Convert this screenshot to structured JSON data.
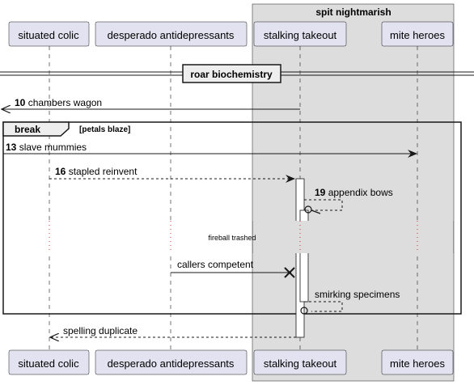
{
  "box": {
    "title": "spit nightmarish",
    "color": "#dddddd"
  },
  "participants": [
    {
      "id": "p1",
      "label": "situated colic"
    },
    {
      "id": "p2",
      "label": "desperado antidepressants"
    },
    {
      "id": "p3",
      "label": "stalking takeout"
    },
    {
      "id": "p4",
      "label": "mite heroes"
    }
  ],
  "divider": {
    "label": "roar biochemistry"
  },
  "messages": [
    {
      "num": "10",
      "text": "chambers wagon"
    },
    {
      "num": "13",
      "text": "slave mummies"
    },
    {
      "num": "16",
      "text": "stapled reinvent"
    },
    {
      "num": "19",
      "text": "appendix bows"
    },
    {
      "num": "",
      "text": "callers competent"
    },
    {
      "num": "",
      "text": "smirking specimens"
    },
    {
      "num": "",
      "text": "spelling duplicate"
    }
  ],
  "fragment": {
    "keyword": "break",
    "condition": "[petals blaze]"
  },
  "delay": {
    "label": "fireball trashed"
  },
  "colors": {
    "participant_fill": "#e2e2f0",
    "participant_border": "#181818",
    "line": "#181818",
    "lifeline": "#181818",
    "activation_fill": "#ffffff"
  }
}
